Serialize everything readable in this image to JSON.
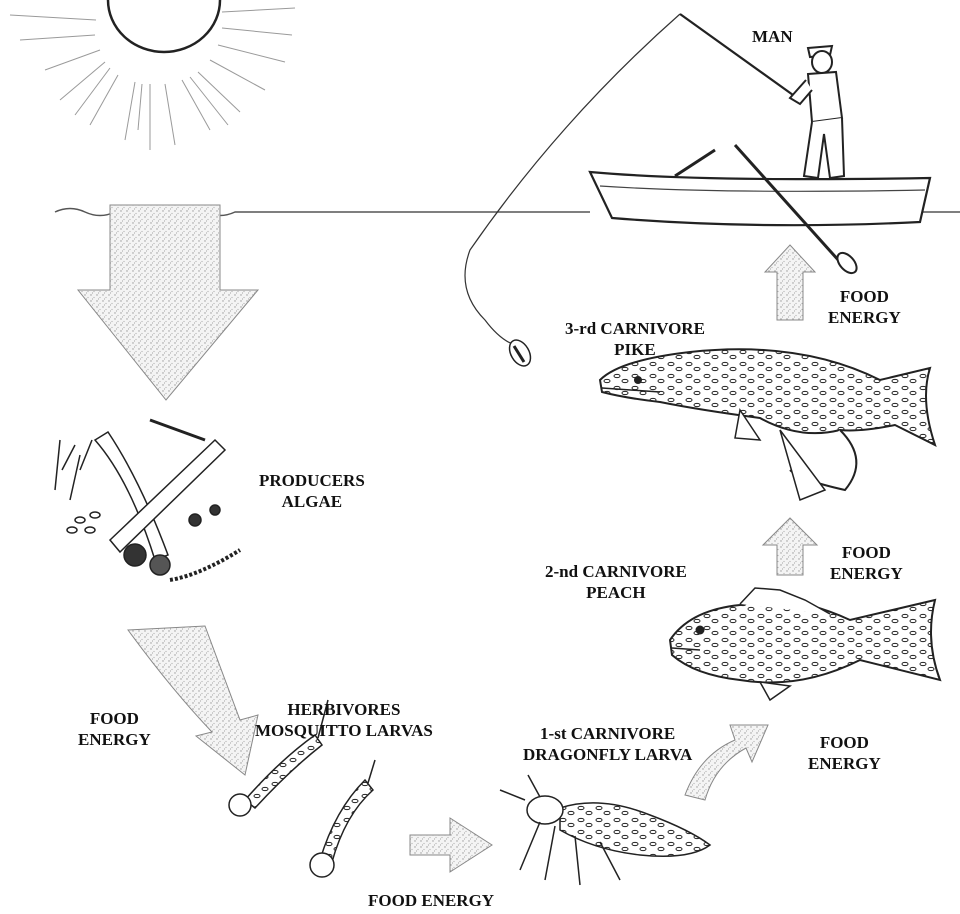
{
  "labels": {
    "man": "MAN",
    "pike": {
      "line1": "3-rd CARNIVORE",
      "line2": "PIKE"
    },
    "perch": {
      "line1": "2-nd CARNIVORE",
      "line2": "PEACH"
    },
    "producers": {
      "line1": "PRODUCERS",
      "line2": "ALGAE"
    },
    "herbivores": {
      "line1": "HERBIVORES",
      "line2": "MOSQUITTO LARVAS"
    },
    "dragonfly": {
      "line1": "1-st CARNIVORE",
      "line2": "DRAGONFLY LARVA"
    },
    "food_energy_top": {
      "line1": "FOOD",
      "line2": "ENERGY"
    },
    "food_energy_mid": {
      "line1": "FOOD",
      "line2": "ENERGY"
    },
    "food_energy_right": {
      "line1": "FOOD",
      "line2": "ENERGY"
    },
    "food_energy_left": {
      "line1": "FOOD",
      "line2": "ENERGY"
    },
    "food_energy_bottom": "FOOD ENERGY"
  },
  "colors": {
    "ink": "#111111",
    "stipple": "#cfcfcf",
    "water": "#555555"
  },
  "icons": [
    "sun-icon",
    "fisherman-icon",
    "boat-icon",
    "pike-icon",
    "perch-icon",
    "algae-icon",
    "mosquito-larva-icon",
    "dragonfly-larva-icon"
  ]
}
